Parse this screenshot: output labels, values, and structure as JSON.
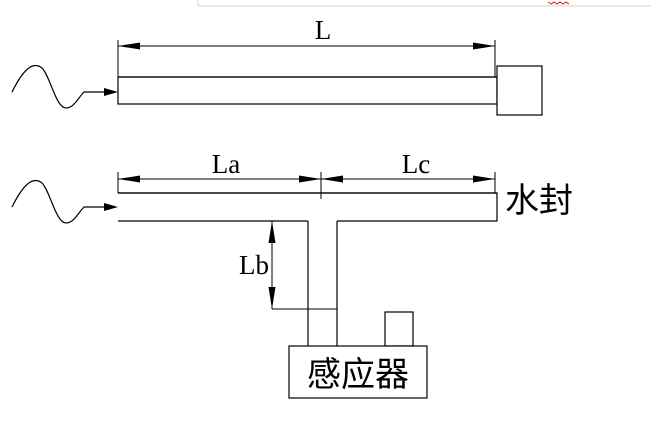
{
  "labels": {
    "top_length": "L",
    "length_a": "La",
    "length_c": "Lc",
    "length_b": "Lb",
    "water_seal": "水封",
    "sensor": "感应器"
  },
  "colors": {
    "line": "#000000",
    "background": "#ffffff",
    "frame_remnant": "#d0d0d0",
    "mark_remnant": "#e02020"
  }
}
